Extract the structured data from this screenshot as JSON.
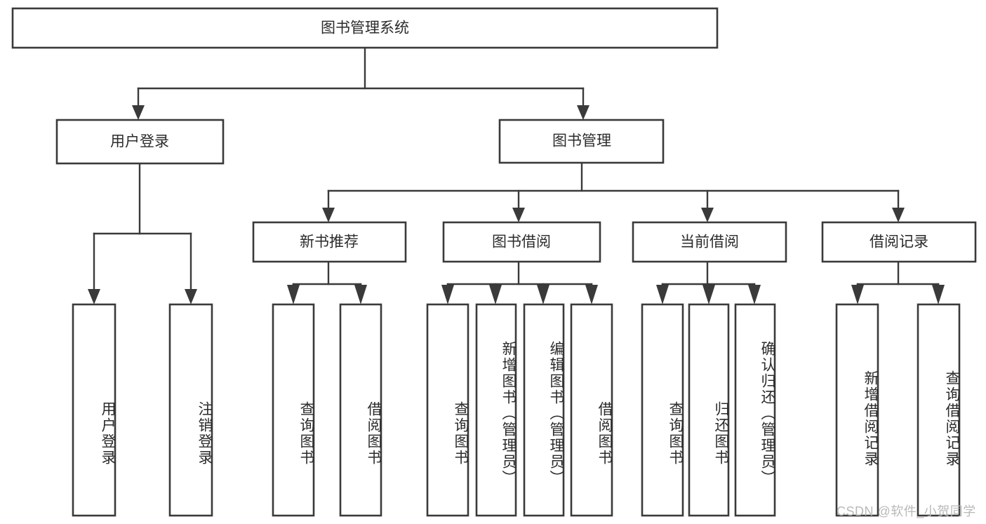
{
  "diagram": {
    "title": "图书管理系统",
    "type": "hierarchy-tree",
    "orientation": "top-down",
    "background_color": "#ffffff",
    "stroke_color": "#3a3a3a",
    "fill_color": "#ffffff",
    "levels": 4
  },
  "nodes": {
    "root": {
      "label": "图书管理系统",
      "level": 1,
      "orientation": "horizontal"
    },
    "level2": [
      {
        "id": "user-login",
        "label": "用户登录",
        "orientation": "horizontal"
      },
      {
        "id": "book-manage",
        "label": "图书管理",
        "orientation": "horizontal"
      }
    ],
    "level3": [
      {
        "id": "new-book-rec",
        "label": "新书推荐",
        "orientation": "horizontal"
      },
      {
        "id": "book-borrow",
        "label": "图书借阅",
        "orientation": "horizontal"
      },
      {
        "id": "current-borrow",
        "label": "当前借阅",
        "orientation": "horizontal"
      },
      {
        "id": "borrow-record",
        "label": "借阅记录",
        "orientation": "horizontal"
      }
    ],
    "leaves": [
      {
        "id": "leaf-user-login",
        "label": "用户登录",
        "parent": "user-login",
        "orientation": "vertical"
      },
      {
        "id": "leaf-logout-login",
        "label": "注销登录",
        "parent": "user-login",
        "orientation": "vertical"
      },
      {
        "id": "leaf-query-book-1",
        "label": "查询图书",
        "parent": "new-book-rec",
        "orientation": "vertical"
      },
      {
        "id": "leaf-borrow-book-1",
        "label": "借阅图书",
        "parent": "new-book-rec",
        "orientation": "vertical"
      },
      {
        "id": "leaf-query-book-2",
        "label": "查询图书",
        "parent": "book-borrow",
        "orientation": "vertical"
      },
      {
        "id": "leaf-add-book",
        "label": "新增图书（管理员）",
        "parent": "book-borrow",
        "orientation": "vertical"
      },
      {
        "id": "leaf-edit-book",
        "label": "编辑图书（管理员）",
        "parent": "book-borrow",
        "orientation": "vertical"
      },
      {
        "id": "leaf-borrow-book-2",
        "label": "借阅图书",
        "parent": "book-borrow",
        "orientation": "vertical"
      },
      {
        "id": "leaf-query-book-3",
        "label": "查询图书",
        "parent": "current-borrow",
        "orientation": "vertical"
      },
      {
        "id": "leaf-return-book",
        "label": "归还图书",
        "parent": "current-borrow",
        "orientation": "vertical"
      },
      {
        "id": "leaf-confirm-return",
        "label": "确认归还（管理员）",
        "parent": "current-borrow",
        "orientation": "vertical"
      },
      {
        "id": "leaf-add-record",
        "label": "新增借阅记录",
        "parent": "borrow-record",
        "orientation": "vertical"
      },
      {
        "id": "leaf-query-record",
        "label": "查询借阅记录",
        "parent": "borrow-record",
        "orientation": "vertical"
      }
    ]
  },
  "watermark": {
    "text": "CSDN @软件_小贺同学",
    "color": "#b9b9b9"
  }
}
